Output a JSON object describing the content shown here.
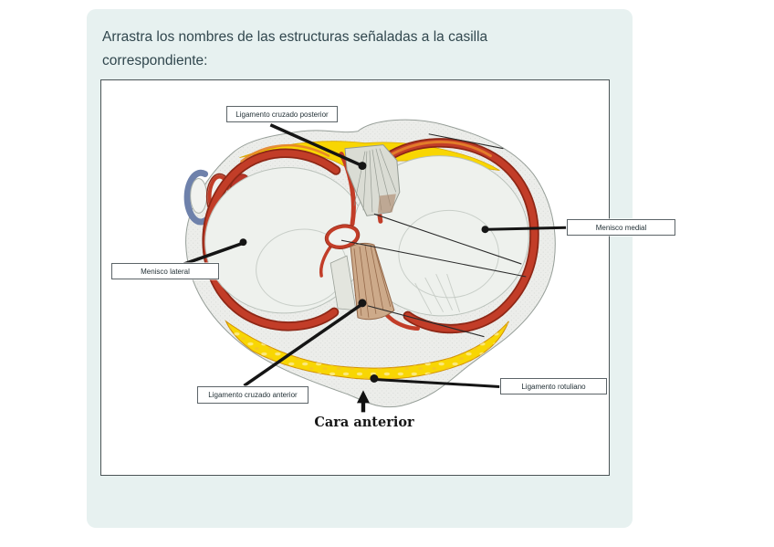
{
  "instruction": "Arrastra los nombres de las estructuras señaladas a la casilla correspondiente:",
  "caption": "Cara anterior",
  "labels": {
    "posterior_cruciate": "Ligamento cruzado posterior",
    "medial_meniscus": "Menisco medial",
    "lateral_meniscus": "Menisco lateral",
    "anterior_cruciate": "Ligamento cruzado anterior",
    "patellar": "Ligamento rotuliano"
  },
  "icons": {
    "anterior_arrow": "up-arrow"
  },
  "colors": {
    "panel_bg": "#e7f1f0",
    "page_bg": "#ffffff",
    "box_border": "#4b5456",
    "label_border": "#5c6468",
    "meniscus_red": "#c23d28",
    "meniscus_dark": "#8e2716",
    "fat_yellow": "#f8d603",
    "bone_gray": "#ecedea",
    "cartilage": "#eef1ed",
    "ligament_tan": "#cdaa8a",
    "vessel_blue": "#6e81ab",
    "text_dark": "#31474e",
    "pointer_black": "#151515"
  }
}
